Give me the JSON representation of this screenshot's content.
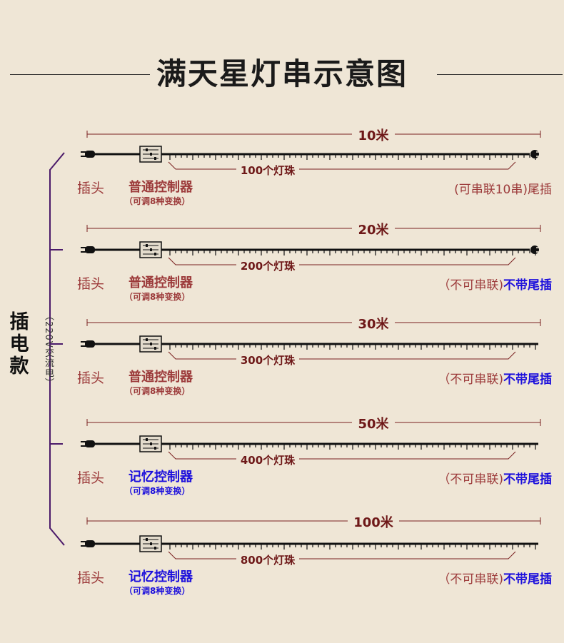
{
  "title": "满天星灯串示意图",
  "side_title": "插电款",
  "side_subtitle": "（220V交流电）",
  "rows": [
    {
      "length": "10米",
      "beads": "100个灯珠",
      "plug": "插头",
      "controller": "普通控制器",
      "controller_note": "（可调8种变换）",
      "tail_a": "(可串联10串)尾插",
      "tail_b": "",
      "controller_color": "#9c3a3a",
      "has_tail_socket": true
    },
    {
      "length": "20米",
      "beads": "200个灯珠",
      "plug": "插头",
      "controller": "普通控制器",
      "controller_note": "（可调8种变换）",
      "tail_a": "（不可串联)",
      "tail_b": "不带尾插",
      "controller_color": "#9c3a3a",
      "has_tail_socket": true
    },
    {
      "length": "30米",
      "beads": "300个灯珠",
      "plug": "插头",
      "controller": "普通控制器",
      "controller_note": "（可调8种变换）",
      "tail_a": "（不可串联)",
      "tail_b": "不带尾插",
      "controller_color": "#9c3a3a",
      "has_tail_socket": false
    },
    {
      "length": "50米",
      "beads": "400个灯珠",
      "plug": "插头",
      "controller": "记忆控制器",
      "controller_note": "（可调8种变换）",
      "tail_a": "（不可串联)",
      "tail_b": "不带尾插",
      "controller_color": "#1d10dc",
      "has_tail_socket": false
    },
    {
      "length": "100米",
      "beads": "800个灯珠",
      "plug": "插头",
      "controller": "记忆控制器",
      "controller_note": "（可调8种变换）",
      "tail_a": "（不可串联)",
      "tail_b": "不带尾插",
      "controller_color": "#1d10dc",
      "has_tail_socket": false
    }
  ],
  "colors": {
    "dimension_line": "#7a2020",
    "wire": "#111111",
    "bracket": "#4b1a6a",
    "label_red": "#9c3a3a",
    "label_blue": "#1d10dc"
  }
}
